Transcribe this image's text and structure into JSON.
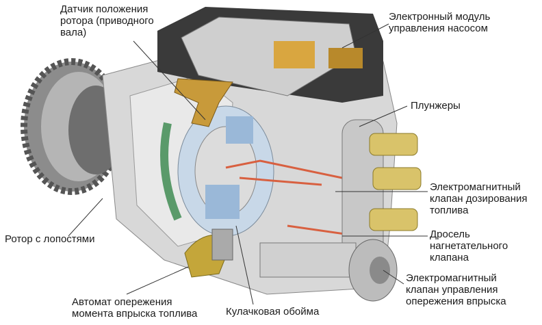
{
  "labels": {
    "rotor_sensor": [
      "Датчик положения",
      "ротора (приводного",
      "вала)"
    ],
    "ecu": [
      "Электронный модуль",
      "управления насосом"
    ],
    "plungers": [
      "Плунжеры"
    ],
    "metering_valve": [
      "Электромагнитный",
      "клапан дозирования",
      "топлива"
    ],
    "throttle": [
      "Дросель",
      "нагнетательного",
      "клапана"
    ],
    "timing_valve": [
      "Электромагнитный",
      "клапан управления",
      "опережения впрыска"
    ],
    "cam_ring": [
      "Кулачковая обойма"
    ],
    "timing_device": [
      "Автомат опережения",
      "момента впрыска топлива"
    ],
    "vane_rotor": [
      "Ротор с лопостями"
    ]
  }
}
